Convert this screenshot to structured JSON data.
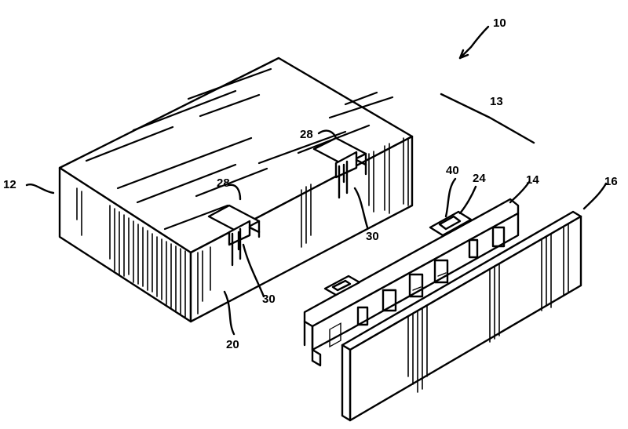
{
  "figure": {
    "labels": {
      "assembly": "10",
      "exploded_group": "13",
      "block": "12",
      "clip": "14",
      "panel": "16",
      "front_face": "20",
      "clip_rail": "24",
      "socket_left": "28",
      "socket_right": "28",
      "recess_left": "30",
      "recess_right": "30",
      "clip_tab": "40"
    }
  }
}
